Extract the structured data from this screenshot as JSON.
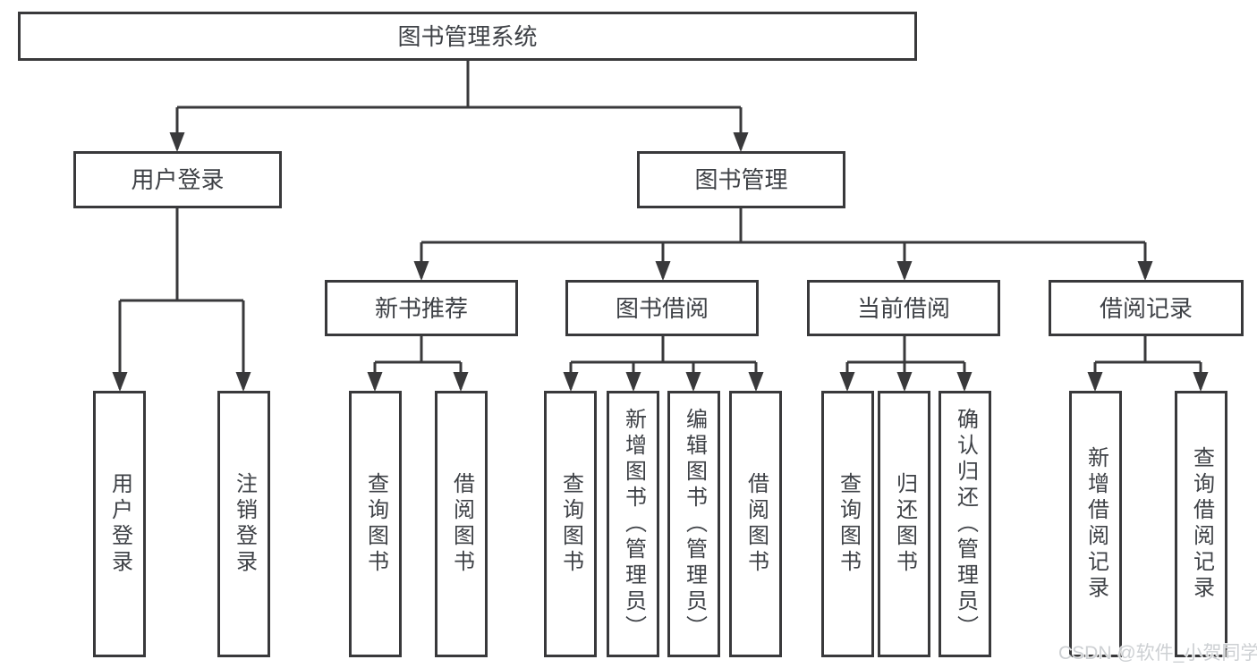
{
  "style": {
    "colors": {
      "line_color": "#39393b",
      "text_color": "#3e4146",
      "box_bg": "#ffffff",
      "canvas_bg": "#ffffff",
      "watermark_color": "#cdd0d3"
    }
  },
  "tree": {
    "root": {
      "label": "图书管理系统",
      "children": [
        {
          "label": "用户登录",
          "children": [
            {
              "label": "用户登录"
            },
            {
              "label": "注销登录"
            }
          ]
        },
        {
          "label": "图书管理",
          "children": [
            {
              "label": "新书推荐",
              "children": [
                {
                  "label": "查询图书"
                },
                {
                  "label": "借阅图书"
                }
              ]
            },
            {
              "label": "图书借阅",
              "children": [
                {
                  "label": "查询图书"
                },
                {
                  "label": "新增图书（管理员）"
                },
                {
                  "label": "编辑图书（管理员）"
                },
                {
                  "label": "借阅图书"
                }
              ]
            },
            {
              "label": "当前借阅",
              "children": [
                {
                  "label": "查询图书"
                },
                {
                  "label": "归还图书"
                },
                {
                  "label": "确认归还（管理员）"
                }
              ]
            },
            {
              "label": "借阅记录",
              "children": [
                {
                  "label": "新增借阅记录"
                },
                {
                  "label": "查询借阅记录"
                }
              ]
            }
          ]
        }
      ]
    }
  },
  "watermark": {
    "text": "CSDN @软件_小贺同学"
  }
}
